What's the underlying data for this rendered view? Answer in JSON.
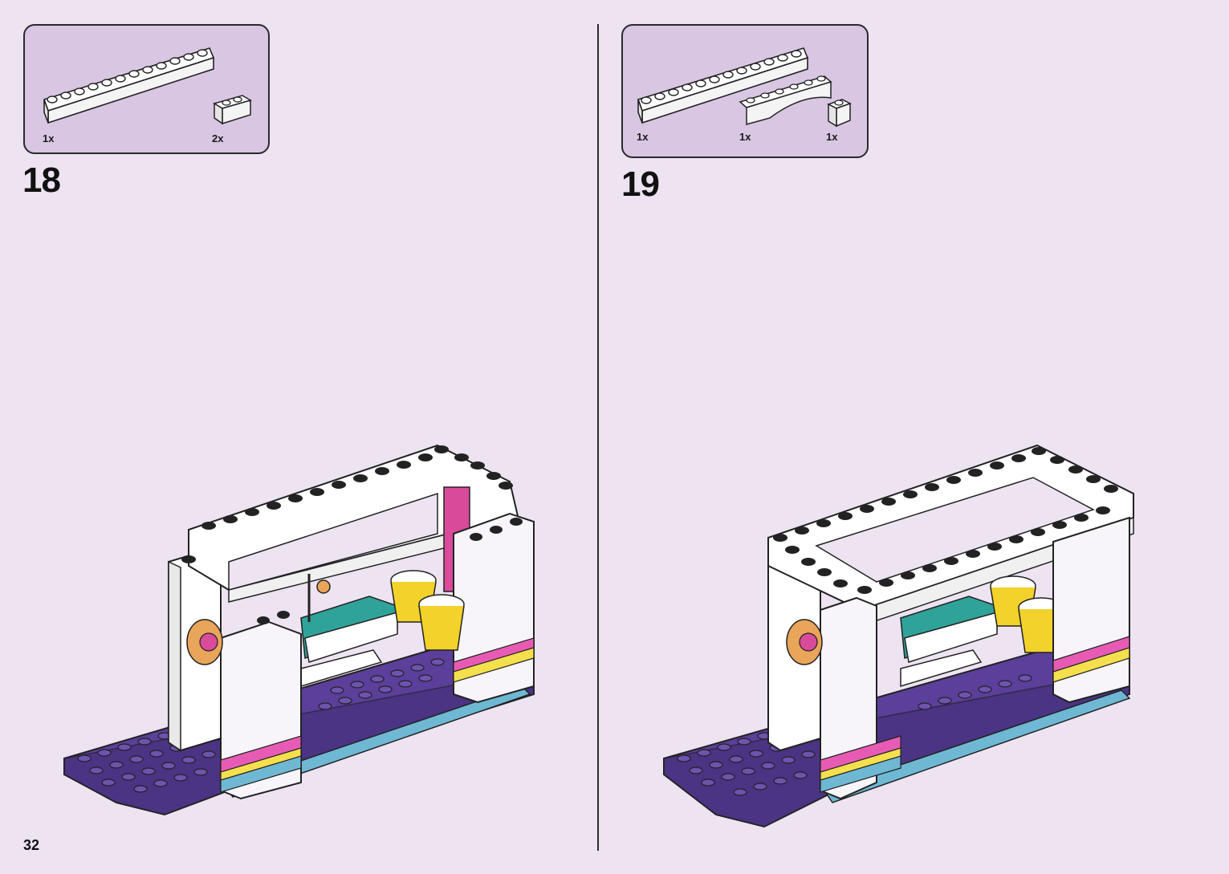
{
  "step18": {
    "number": "18",
    "parts": [
      {
        "qty": "1x",
        "name": "1x12 brick white"
      },
      {
        "qty": "2x",
        "name": "1x2 brick white"
      }
    ]
  },
  "step19": {
    "number": "19",
    "parts": [
      {
        "qty": "1x",
        "name": "1x12 brick white"
      },
      {
        "qty": "1x",
        "name": "1x6 arch white"
      },
      {
        "qty": "1x",
        "name": "1x1 brick white"
      }
    ]
  },
  "page": {
    "number": "32"
  },
  "colors": {
    "page_bg": "#ede3f1",
    "parts_box": "#d9c6e3",
    "baseplate": "#5b3f9a",
    "stripe_blue": "#6fb8d4",
    "stripe_yellow": "#f4e04d",
    "stripe_pink": "#e85bb5",
    "teal": "#2fa39a",
    "drum_yellow": "#f2d22b"
  }
}
